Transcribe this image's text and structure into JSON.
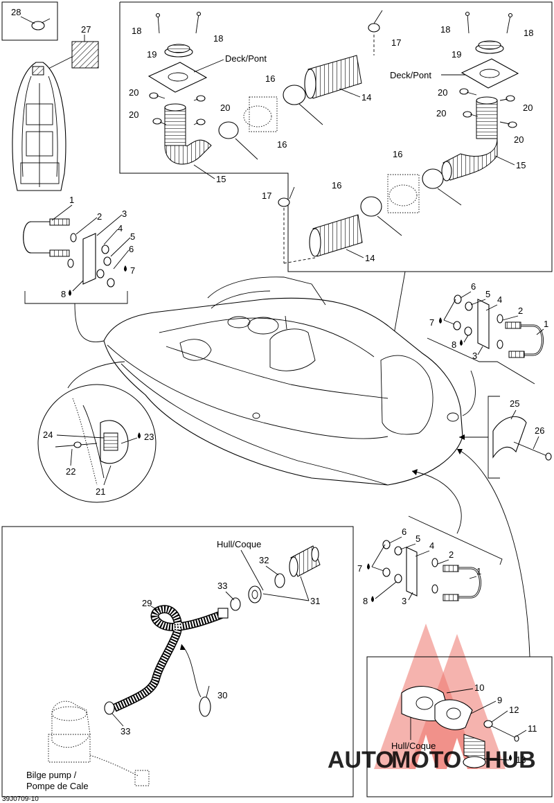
{
  "figure_code": "39J0709-10",
  "labels": {
    "deck_pont_left": "Deck/Pont",
    "deck_pont_right": "Deck/Pont",
    "hull_coque_top": "Hull/Coque",
    "hull_coque_inset": "Hull/Coque",
    "bilge_pump_line1": "Bilge pump /",
    "bilge_pump_line2": "Pompe de Cale"
  },
  "callouts": {
    "n1": "1",
    "n2": "2",
    "n3": "3",
    "n4": "4",
    "n5": "5",
    "n6": "6",
    "n7": "7",
    "n8": "8",
    "n9": "9",
    "n10": "10",
    "n11": "11",
    "n12": "12",
    "n13": "13",
    "n14": "14",
    "n15": "15",
    "n16": "16",
    "n17": "17",
    "n18": "18",
    "n19": "19",
    "n20": "20",
    "n21": "21",
    "n22": "22",
    "n23": "23",
    "n24": "24",
    "n25": "25",
    "n26": "26",
    "n27": "27",
    "n28": "28",
    "n29": "29",
    "n30": "30",
    "n31": "31",
    "n32": "32",
    "n33": "33"
  },
  "watermark": {
    "text_a": "AUTO",
    "text_b": "MOTO",
    "text_c": "HUB",
    "color_primary": "#f2c44a",
    "color_secondary": "#e8473a",
    "color_dark": "#333333"
  }
}
